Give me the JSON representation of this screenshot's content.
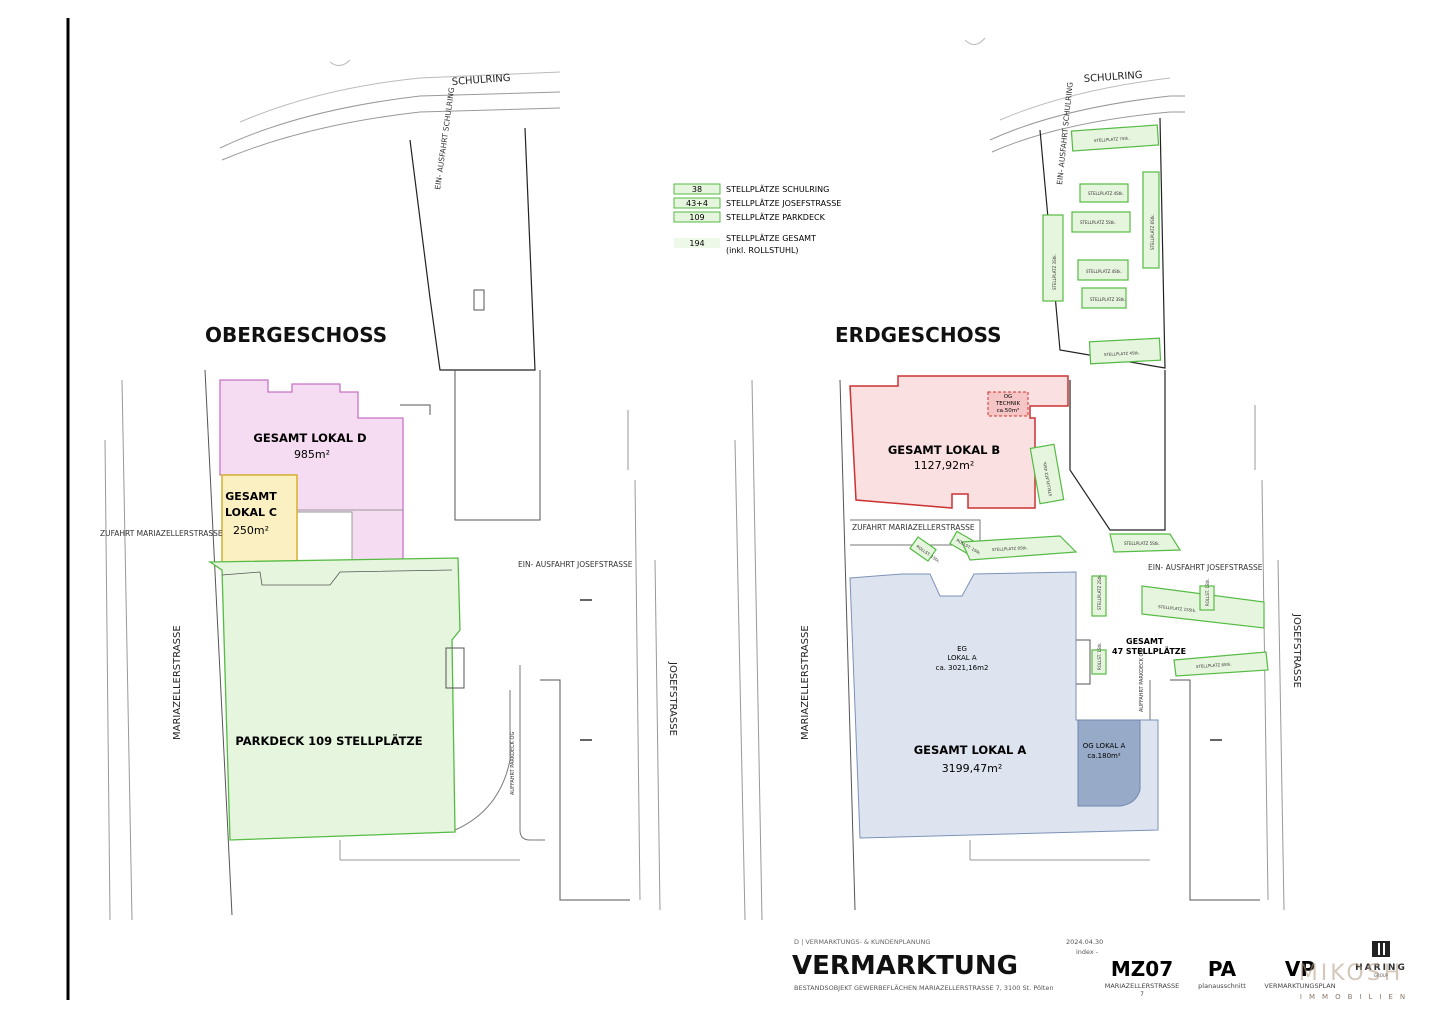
{
  "headings": {
    "upper": "OBERGESCHOSS",
    "ground": "ERDGESCHOSS"
  },
  "streets": {
    "schulring": "SCHULRING",
    "einfahrt_schulring": "EIN- AUSFAHRT SCHULRING",
    "mariazellerstrasse": "MARIAZELLERSTRASSE",
    "josefstrasse": "JOSEFSTRASSE",
    "zufahrt_upper": "ZUFAHRT MARIAZELLERSTRASSE",
    "zufahrt_ground": "ZUFAHRT MARIAZELLERSTRASSE",
    "einfahrt_josef": "EIN- AUSFAHRT JOSEFSTRASSE",
    "auffahrt_parkdeck": "AUFFAHRT PARKDECK OG"
  },
  "units": {
    "lokal_d": {
      "name": "GESAMT LOKAL D",
      "area": "985m²"
    },
    "lokal_c": {
      "line1": "GESAMT",
      "line2": "LOKAL C",
      "area": "250m²"
    },
    "parkdeck": {
      "name": "PARKDECK 109 STELLPLÄTZE"
    },
    "lokal_b": {
      "name": "GESAMT LOKAL B",
      "area": "1127,92m²"
    },
    "og_technik": {
      "line1": "OG",
      "line2": "TECHNIK",
      "area": "ca.50m²"
    },
    "eg_lokal_a": {
      "line1": "EG",
      "line2": "LOKAL A",
      "area": "ca. 3021,16m2"
    },
    "lokal_a": {
      "name": "GESAMT LOKAL A",
      "area": "3199,47m²"
    },
    "og_lokal_a": {
      "name": "OG LOKAL A",
      "area": "ca.180m²"
    }
  },
  "legend": [
    {
      "count": "38",
      "label": "STELLPLÄTZE SCHULRING"
    },
    {
      "count": "43+4",
      "label": "STELLPLÄTZE JOSEFSTRASSE"
    },
    {
      "count": "109",
      "label": "STELLPLÄTZE PARKDECK"
    },
    {
      "count": "194",
      "label": "STELLPLÄTZE GESAMT",
      "sub": "(inkl. ROLLSTUHL)"
    }
  ],
  "parking_labels": {
    "p75": "STELLPLATZ 7Stk.",
    "p4a": "STELLPLATZ 4Stk.",
    "p5": "STELLPLATZ 5Stk.",
    "p3v": "STELLPLATZ 3Stk.",
    "p6v": "STELLPLATZ 6Stk.",
    "p4b": "STELLPLATZ 4Stk.",
    "p3b": "STELLPLATZ 3Stk.",
    "p4c": "STELLPLATZ 4Stk.",
    "p4v": "STELLPLATZ 4Stk.",
    "r1a": "ROLLST. 1Stk.",
    "r1b": "ROLLST. 1Stk.",
    "p8a": "STELLPLATZ 8Stk.",
    "p5b": "STELLPLATZ 5Stk.",
    "p2v": "STELLPLATZ 2Stk.",
    "p15": "STELLPLATZ 15Stk.",
    "r1c": "ROLLST. 1Stk.",
    "r1d": "ROLLST. 1Stk.",
    "p8b": "STELLPLATZ 8Stk.",
    "p6b": "STELLPLATZ 6Stk."
  },
  "gesamt_stellplaetze": {
    "line1": "GESAMT",
    "line2": "47 STELLPLÄTZE"
  },
  "title_block": {
    "department": "D | VERMARKTUNGS- & KUNDENPLANUNG",
    "title": "VERMARKTUNG",
    "subtitle": "BESTANDSOBJEKT GEWERBEFLÄCHEN MARIAZELLERSTRASSE 7, 3100 St. Pölten",
    "date": "2024.04.30",
    "index": "index -",
    "code1": "MZ07",
    "code1_sub": "MARIAZELLERSTRASSE",
    "code1_num": "7",
    "code2": "PA",
    "code2_sub": "planausschnitt",
    "code3": "VP",
    "code3_sub": "VERMARKTUNGSPLAN",
    "brand_small": "HARING",
    "brand_group": "GROUP",
    "logo_text": "MIKOSH",
    "logo_sub": "IMMOBILIEN"
  },
  "colors": {
    "green_fill": "#e6f5dd",
    "green_line": "#55bb44",
    "pink_fill": "#f5dcf2",
    "pink_line": "#c873c5",
    "yellow_fill": "#fbf0c2",
    "yellow_line": "#d9b43a",
    "red_fill": "#fae0e0",
    "red_line": "#cc3333",
    "blue_fill": "#dde4ef",
    "blue_dark": "#97abc8"
  }
}
